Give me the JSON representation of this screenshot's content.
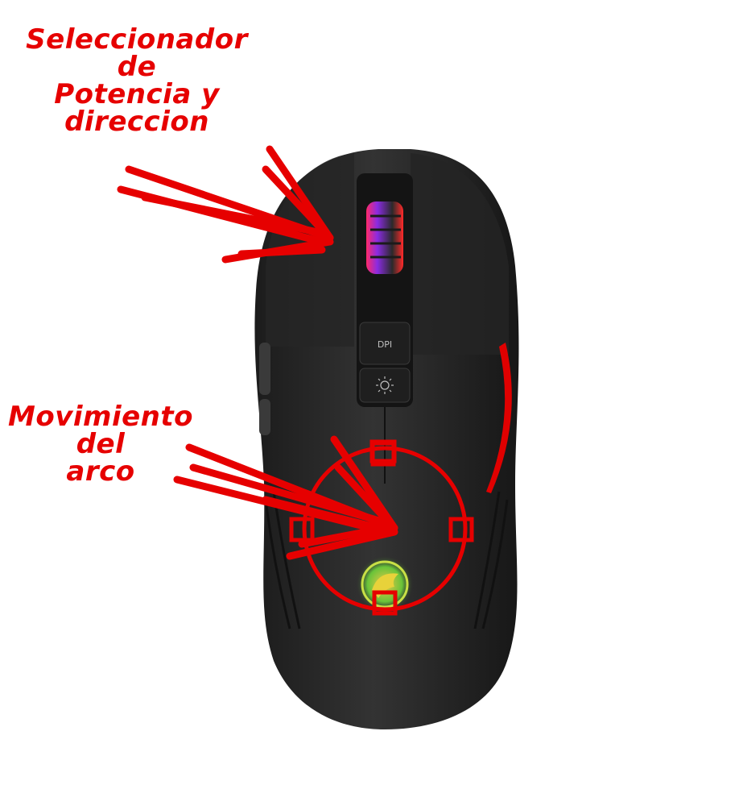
{
  "annotations": {
    "top": [
      "Seleccionador",
      "de",
      "Potencia y",
      "direccion"
    ],
    "bottom": [
      "Movimiento",
      "del",
      "arco"
    ]
  },
  "mouse": {
    "dpi_button_label": "DPI",
    "body_color": "#2a2a2a",
    "accent_color": "#e00000"
  },
  "icons": {
    "light_button": "sun-icon",
    "logo": "eagle-logo-icon"
  }
}
